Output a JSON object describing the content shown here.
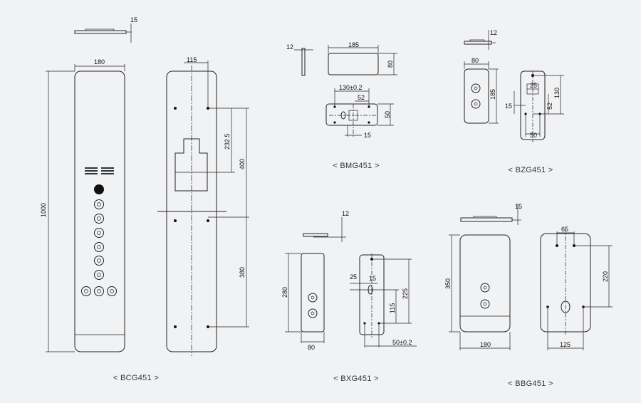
{
  "captions": {
    "bcg": "< BCG451 >",
    "bmg": "< BMG451 >",
    "bzg": "< BZG451 >",
    "bxg": "< BXG451 >",
    "bbg": "< BBG451 >"
  },
  "dims": {
    "bcg_thickness": "15",
    "bcg_width": "180",
    "bcg_height": "1000",
    "bcg_back_offset": "115",
    "bcg_cutout": "232.5",
    "bcg_upper_span": "400",
    "bcg_lower_span": "380",
    "bmg_thickness": "12",
    "bmg_width": "185",
    "bmg_height": "80",
    "bmg_hole_span": "130±0.2",
    "bmg_offset": "52",
    "bmg_back_height": "50",
    "bmg_slot": "15",
    "bzg_thickness": "12",
    "bzg_width": "80",
    "bzg_height": "185",
    "bzg_top": "25",
    "bzg_span": "130",
    "bzg_mid": "52",
    "bzg_left": "15",
    "bzg_bottom": "50",
    "bxg_thickness": "12",
    "bxg_height": "280",
    "bxg_width": "80",
    "bxg_left": "25",
    "bxg_mid": "15",
    "bxg_span": "225",
    "bxg_lower": "115",
    "bxg_bottom": "50±0.2",
    "bbg_thickness": "15",
    "bbg_height": "350",
    "bbg_width": "180",
    "bbg_top": "65",
    "bbg_span": "220",
    "bbg_bottom": "125"
  }
}
